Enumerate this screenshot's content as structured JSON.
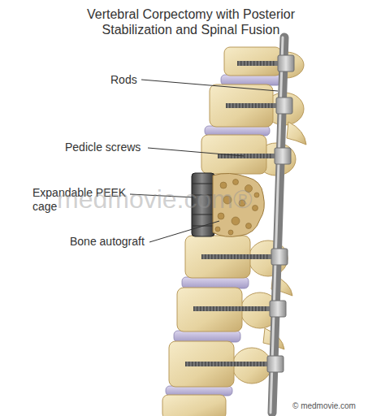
{
  "diagram": {
    "title": "Vertebral Corpectomy with Posterior Stabilization and Spinal Fusion",
    "labels": [
      "Rods",
      "Pedicle screws",
      "Expandable PEEK cage",
      "Bone autograft",
      "medmovie.com®",
      "© medmovie.com"
    ]
  }
}
